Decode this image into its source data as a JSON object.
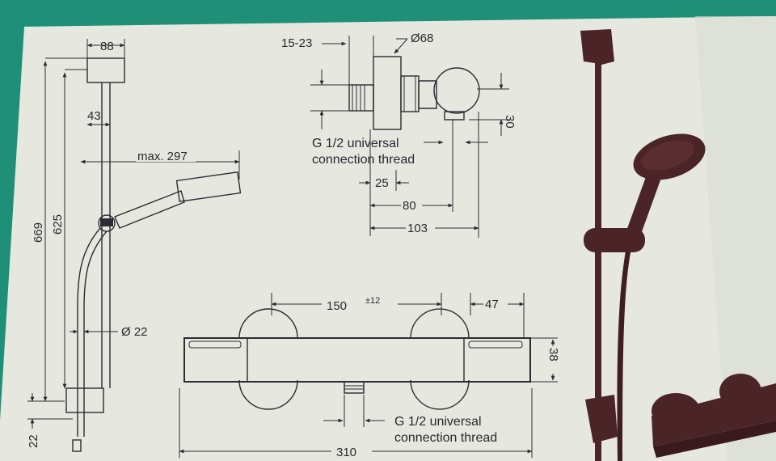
{
  "colors": {
    "board": "#1f8f78",
    "paper": "#e6e8df",
    "ink": "#2e2a33",
    "bronze": "#4a2426"
  },
  "rail_set": {
    "width": "88",
    "offset": "43",
    "reach": "max. 297",
    "height_outer": "669",
    "height_inner": "625",
    "hose_diameter": "Ø 22",
    "bottom": "22"
  },
  "side_view": {
    "depth": "15-23",
    "nut_diameter": "Ø68",
    "height": "30",
    "thread_note_1": "G 1/2 universal",
    "thread_note_2": "connection thread",
    "d1": "25",
    "d2": "80",
    "d3": "103"
  },
  "front_view": {
    "center_distance": "150",
    "tolerance": "±12",
    "handle_width": "47",
    "body_height": "38",
    "overall_width": "310",
    "thread_note_1": "G 1/2 universal",
    "thread_note_2": "connection thread"
  },
  "icons": [
    "shower-rail-photo-icon",
    "thermostat-photo-icon"
  ]
}
